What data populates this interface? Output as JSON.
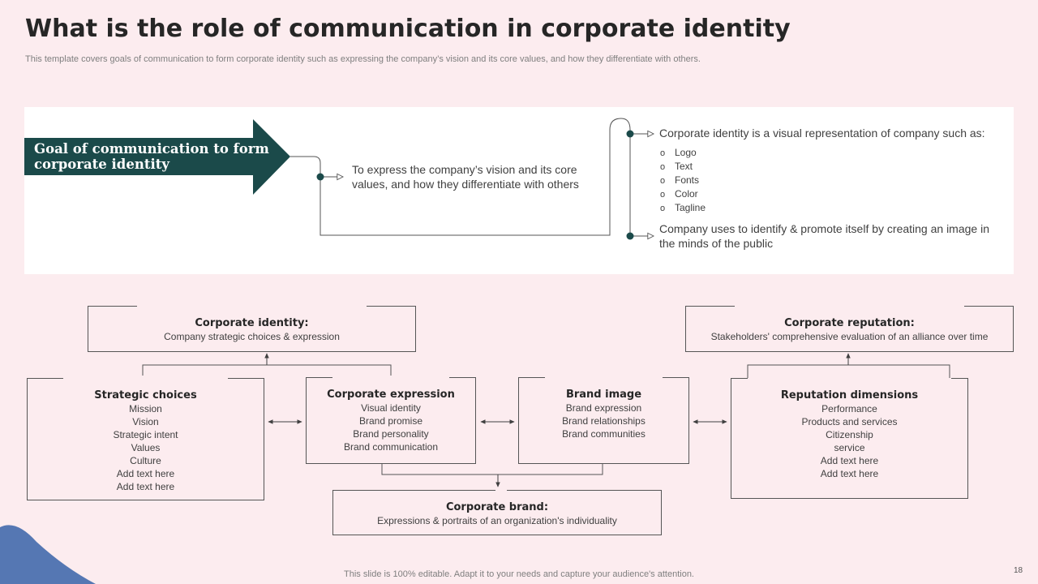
{
  "slide": {
    "title": "What is the role of communication in corporate identity",
    "subtitle": "This template covers goals of communication to form corporate identity such as expressing the company’s vision and its core values, and how they differentiate with others.",
    "footer": "This slide is 100% editable. Adapt it to your needs and capture your audience's attention.",
    "page_number": "18"
  },
  "colors": {
    "arrow": "#1b4a4a",
    "background": "#fcecef",
    "accent_blue": "#5577b3"
  },
  "goal": {
    "label": "Goal of communication  to form corporate identity",
    "description": "To express the company’s vision and its core values, and how they differentiate with others"
  },
  "identity": {
    "intro": "Corporate identity is a visual representation of company such as:",
    "items": [
      "Logo",
      "Text",
      "Fonts",
      "Color",
      "Tagline"
    ],
    "promote": "Company uses to identify & promote itself by creating an image in the minds of the public"
  },
  "boxes": {
    "corporate_identity": {
      "title": "Corporate identity:",
      "lines": [
        "Company strategic choices & expression"
      ]
    },
    "corporate_reputation": {
      "title": "Corporate reputation:",
      "lines": [
        "Stakeholders' comprehensive  evaluation  of an alliance over time"
      ]
    },
    "strategic_choices": {
      "title": "Strategic choices",
      "lines": [
        "Mission",
        "Vision",
        "Strategic intent",
        "Values",
        "Culture",
        "Add text here",
        "Add text here"
      ]
    },
    "corporate_expression": {
      "title": "Corporate expression",
      "lines": [
        "Visual identity",
        "Brand promise",
        "Brand personality",
        "Brand communication"
      ]
    },
    "brand_image": {
      "title": "Brand image",
      "lines": [
        "Brand expression",
        "Brand relationships",
        "Brand communities"
      ]
    },
    "reputation_dimensions": {
      "title": "Reputation  dimensions",
      "lines": [
        "Performance",
        "Products and services",
        "Citizenship",
        "service",
        "Add text here",
        "Add text here"
      ]
    },
    "corporate_brand": {
      "title": "Corporate brand:",
      "lines": [
        "Expressions & portraits of an organization's individuality"
      ]
    }
  }
}
